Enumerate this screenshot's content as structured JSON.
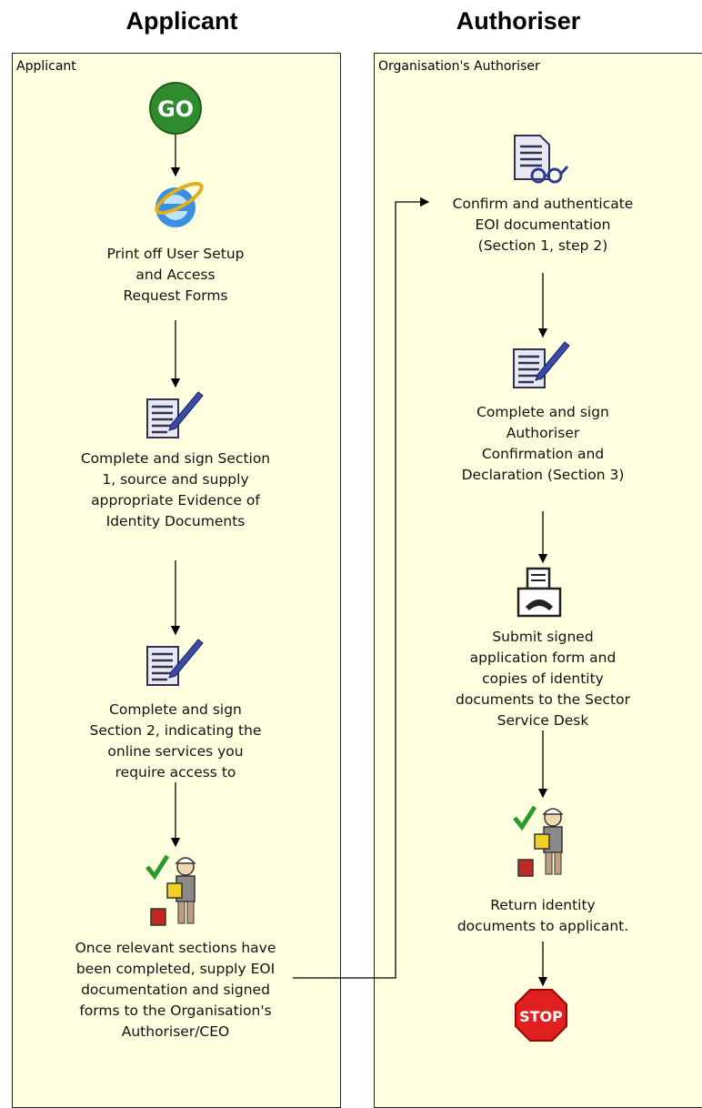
{
  "headers": {
    "applicant": "Applicant",
    "authoriser": "Authoriser"
  },
  "lanes": {
    "applicant": {
      "title": "Applicant",
      "start_label": "GO",
      "steps": [
        "Print off User Setup\nand Access\nRequest Forms",
        "Complete and sign Section\n1, source and supply\nappropriate Evidence of\nIdentity Documents",
        "Complete and sign\nSection 2, indicating the\nonline services you\nrequire access to",
        "Once relevant sections have\nbeen completed, supply EOI\ndocumentation and signed\nforms to the Organisation's\nAuthoriser/CEO"
      ]
    },
    "authoriser": {
      "title": "Organisation's Authoriser",
      "steps": [
        "Confirm and authenticate\nEOI documentation\n(Section 1, step 2)",
        "Complete and sign\nAuthoriser\nConfirmation and\nDeclaration (Section 3)",
        "Submit signed\napplication form and\ncopies of identity\ndocuments to the Sector\nService Desk",
        "Return identity\ndocuments to applicant."
      ],
      "end_label": "STOP"
    }
  },
  "icons": [
    "go-icon",
    "browser-icon",
    "form-sign-icon",
    "form-sign-icon",
    "worker-icon",
    "document-review-icon",
    "form-sign-icon",
    "fax-icon",
    "worker-icon",
    "stop-icon"
  ],
  "colors": {
    "lane_fill": "#ffffe0",
    "go_green": "#2e8b2e",
    "stop_red": "#e02020"
  }
}
